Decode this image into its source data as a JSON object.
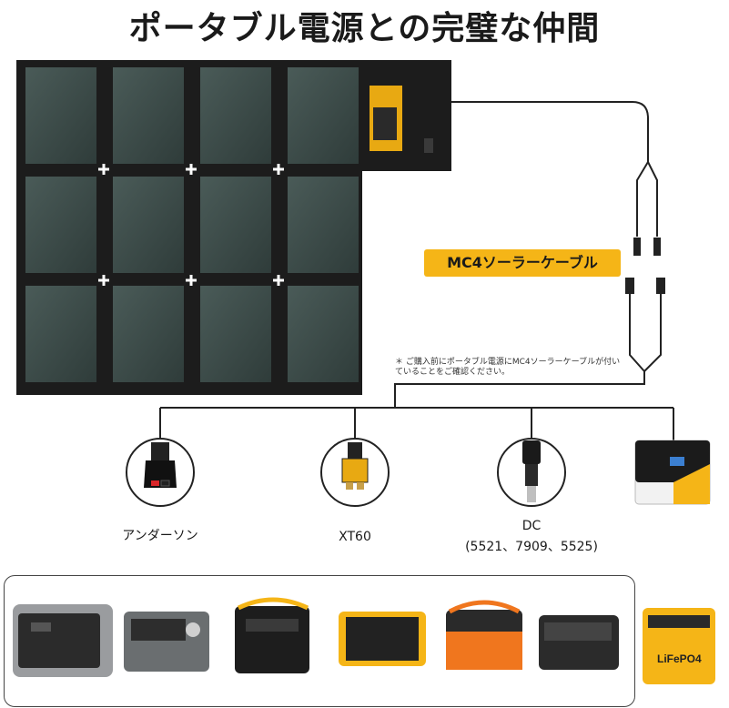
{
  "header": {
    "title": "ポータブル電源との完璧な仲間"
  },
  "cable_badge": "MC4ソーラーケーブル",
  "note": "＊ ご購入前にポータブル電源にMC4ソーラーケーブルが付いていることをご確認ください。",
  "connectors": [
    {
      "label": "アンダーソン"
    },
    {
      "label": "XT60"
    },
    {
      "label": "DC",
      "sublabel": "(5521、7909、5525)"
    }
  ],
  "colors": {
    "accent": "#f5b517",
    "panel": "#1f1f1f",
    "cell": "#3b4b48"
  },
  "icons": [
    "anderson-connector-icon",
    "xt60-connector-icon",
    "dc-connector-icon",
    "charge-controller-icon"
  ]
}
